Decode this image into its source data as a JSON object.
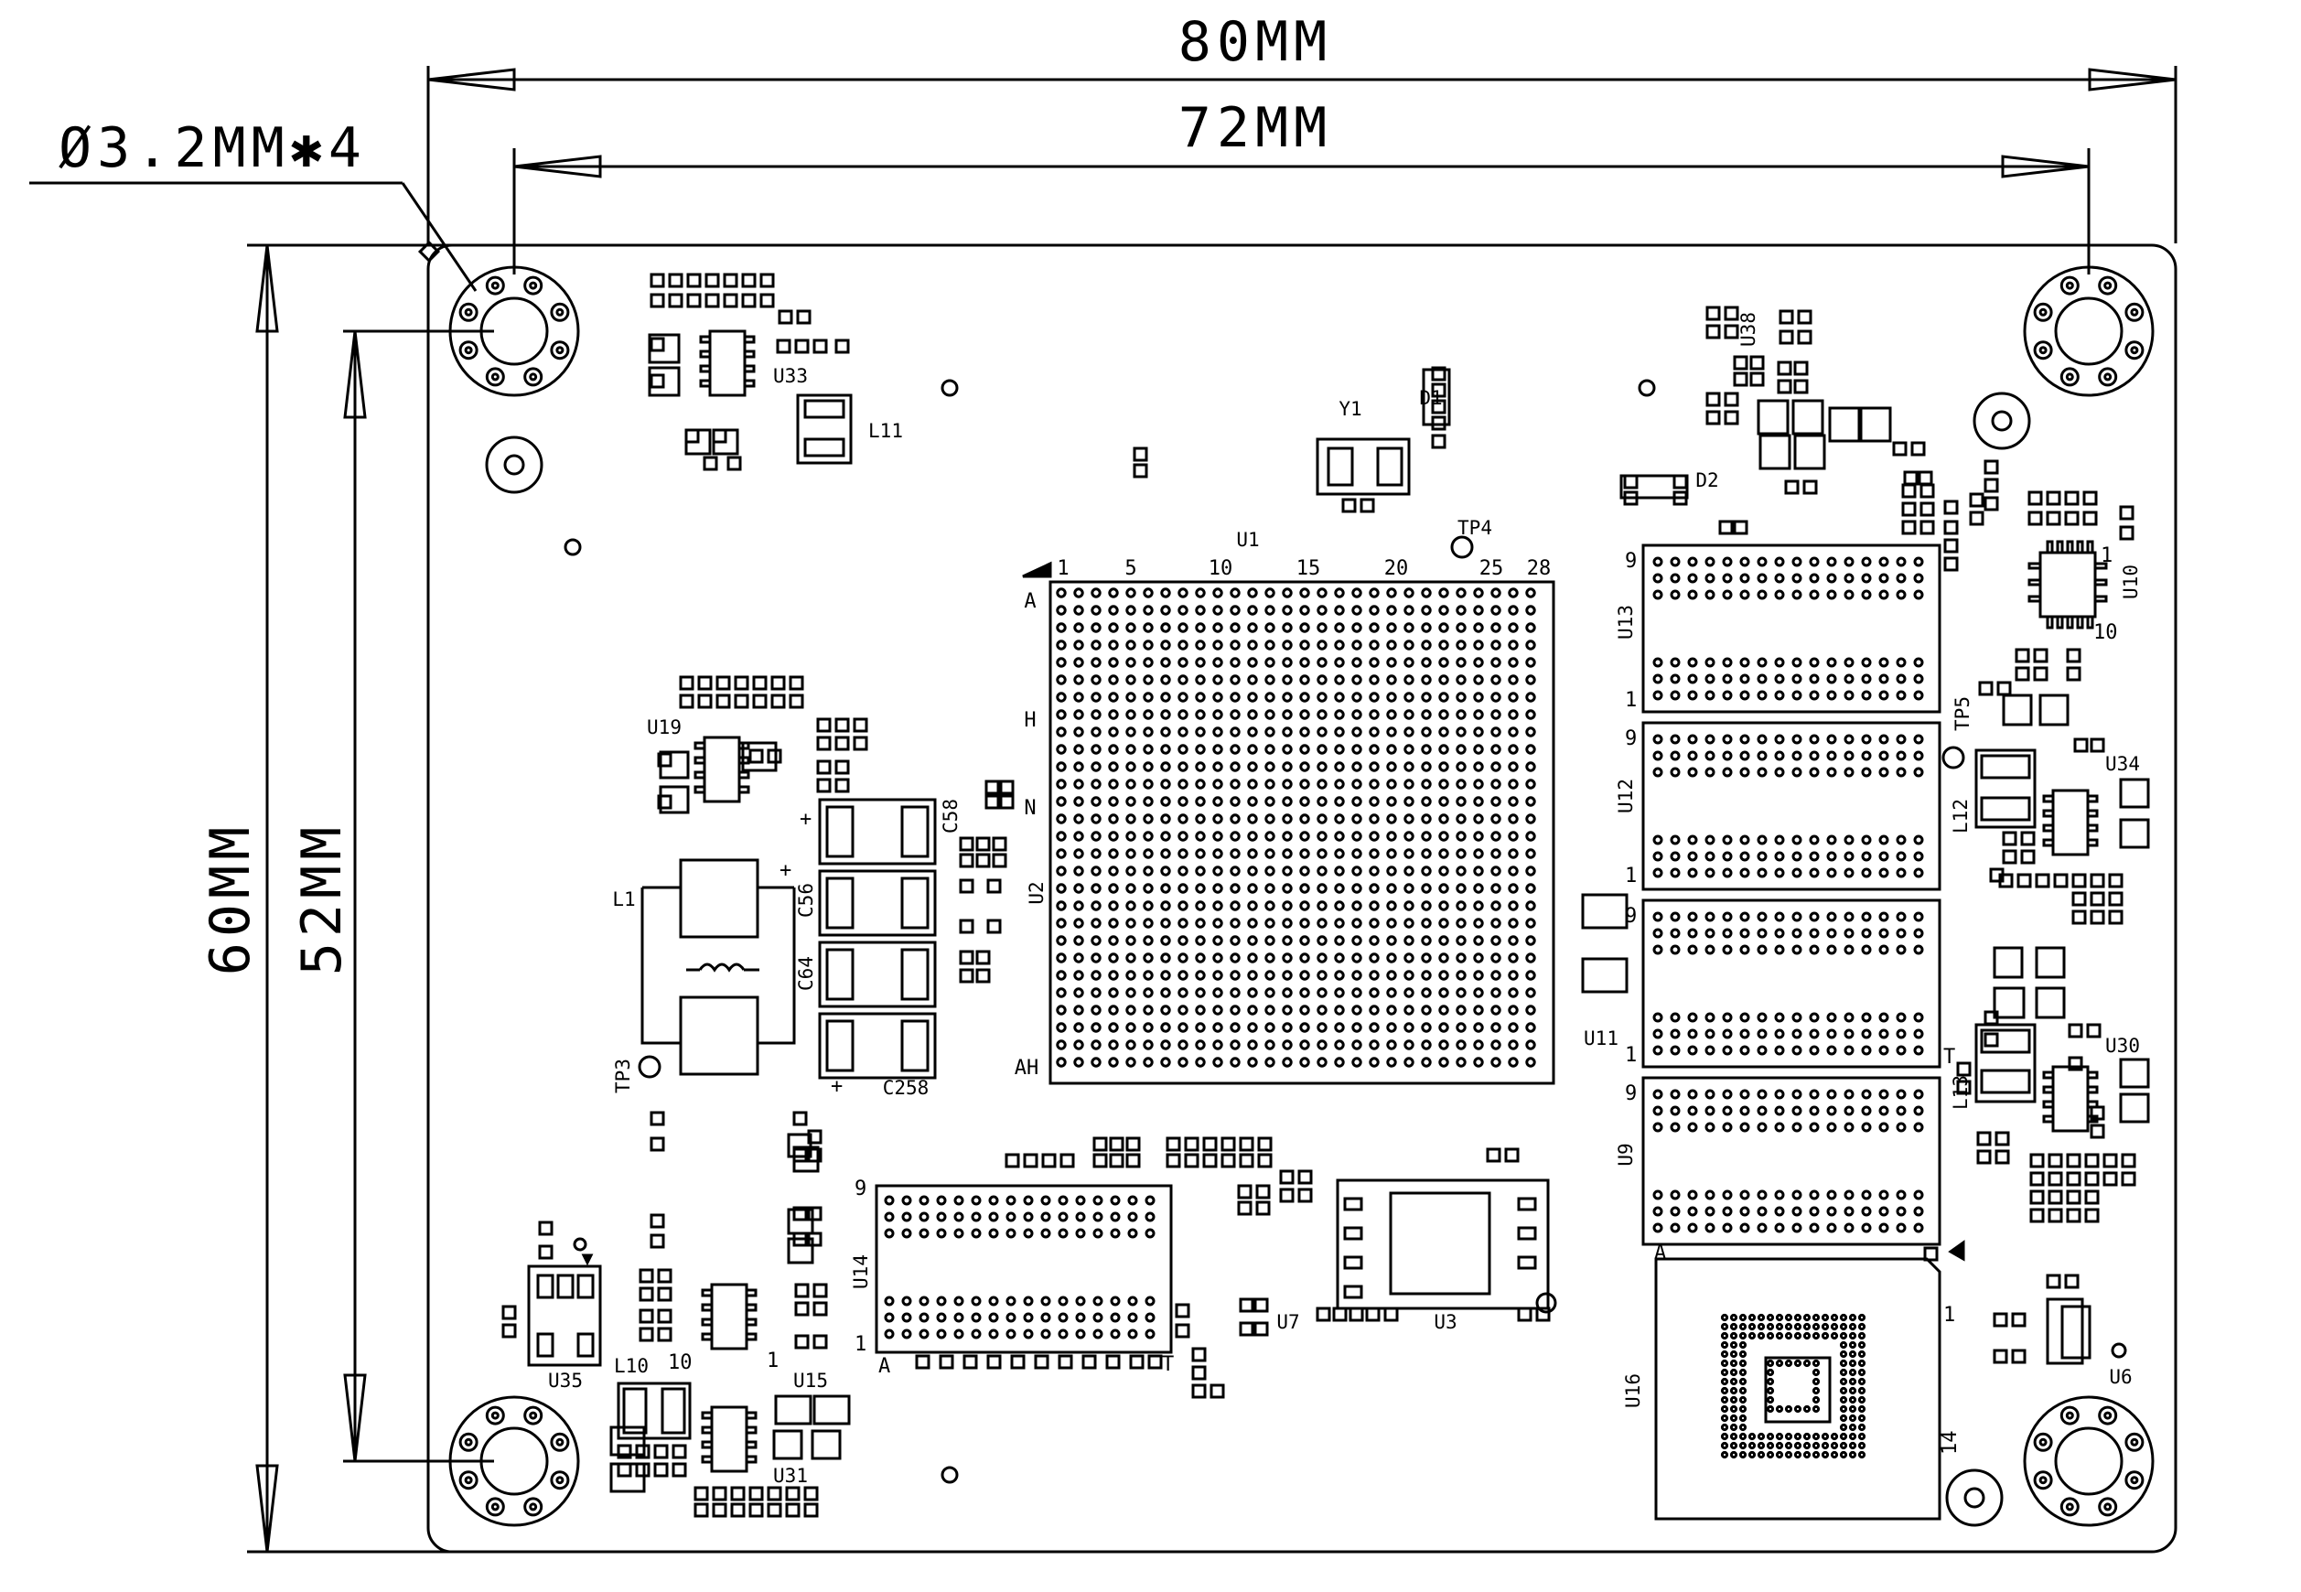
{
  "dimensions": {
    "overall_width": "80MM",
    "hole_span_x": "72MM",
    "overall_height": "60MM",
    "hole_span_y": "52MM",
    "hole_callout": "Ø3.2MM✱4"
  },
  "refdes": {
    "u1": "U1",
    "u2": "U2",
    "u3": "U3",
    "u7": "U7",
    "u6": "U6",
    "u9": "U9",
    "u10": "U10",
    "u11": "U11",
    "u12": "U12",
    "u13": "U13",
    "u14": "U14",
    "u15": "U15",
    "u16": "U16",
    "u19": "U19",
    "u30": "U30",
    "u31": "U31",
    "u33": "U33",
    "u34": "U34",
    "u35": "U35",
    "u38": "U38",
    "y1": "Y1",
    "d1": "D1",
    "d2": "D2",
    "tp3": "TP3",
    "tp4": "TP4",
    "tp5": "TP5",
    "l1": "L1",
    "l10": "L10",
    "l11": "L11",
    "l12": "L12",
    "l13": "L13",
    "c56": "C56",
    "c58": "C58",
    "c64": "C64",
    "c258": "C258"
  },
  "bga_u1": {
    "cols": [
      "1",
      "5",
      "10",
      "15",
      "20",
      "25",
      "28"
    ],
    "rows": [
      "A",
      "H",
      "N",
      "AH"
    ]
  },
  "pin_marks": {
    "one": "1",
    "nine": "9",
    "ten": "10",
    "fourteen": "14",
    "a": "A",
    "t": "T",
    "plus": "+"
  }
}
